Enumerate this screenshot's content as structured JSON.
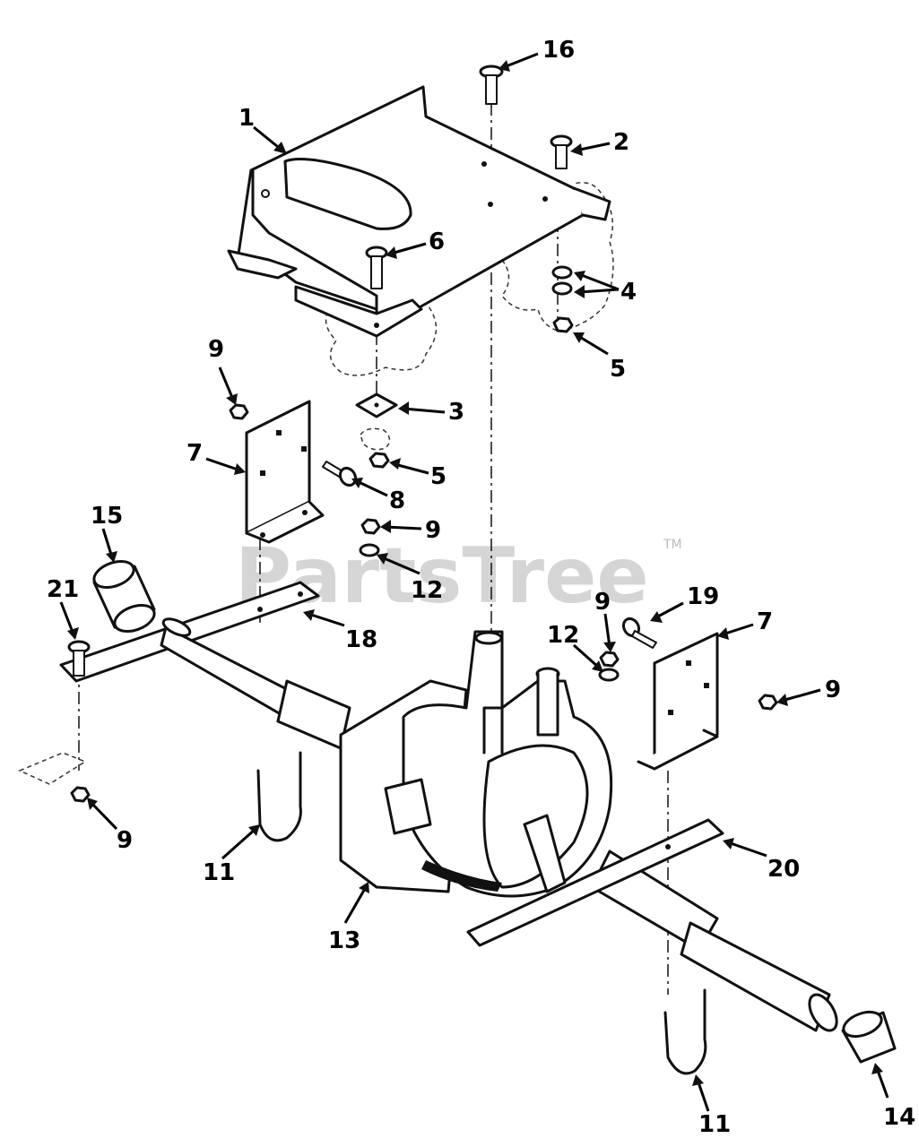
{
  "watermark": {
    "brand": "PartsTree",
    "trademark": "TM"
  },
  "callouts": [
    {
      "id": "1",
      "label": "1"
    },
    {
      "id": "2",
      "label": "2"
    },
    {
      "id": "3",
      "label": "3"
    },
    {
      "id": "4",
      "label": "4"
    },
    {
      "id": "5a",
      "label": "5"
    },
    {
      "id": "5b",
      "label": "5"
    },
    {
      "id": "6",
      "label": "6"
    },
    {
      "id": "7a",
      "label": "7"
    },
    {
      "id": "7b",
      "label": "7"
    },
    {
      "id": "8",
      "label": "8"
    },
    {
      "id": "9a",
      "label": "9"
    },
    {
      "id": "9b",
      "label": "9"
    },
    {
      "id": "9c",
      "label": "9"
    },
    {
      "id": "9d",
      "label": "9"
    },
    {
      "id": "9e",
      "label": "9"
    },
    {
      "id": "11a",
      "label": "11"
    },
    {
      "id": "11b",
      "label": "11"
    },
    {
      "id": "12a",
      "label": "12"
    },
    {
      "id": "12b",
      "label": "12"
    },
    {
      "id": "13",
      "label": "13"
    },
    {
      "id": "14",
      "label": "14"
    },
    {
      "id": "15",
      "label": "15"
    },
    {
      "id": "16",
      "label": "16"
    },
    {
      "id": "18",
      "label": "18"
    },
    {
      "id": "19",
      "label": "19"
    },
    {
      "id": "20",
      "label": "20"
    },
    {
      "id": "21",
      "label": "21"
    }
  ]
}
